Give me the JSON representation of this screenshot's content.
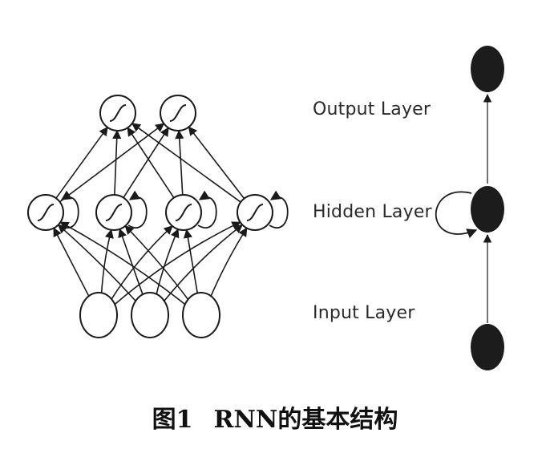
{
  "labels": {
    "output": "Output Layer",
    "hidden": "Hidden Layer",
    "input": "Input Layer"
  },
  "caption": {
    "figure": "图1",
    "title": "RNN的基本结构"
  },
  "colors": {
    "stroke": "#1a1a1a",
    "fill_dark": "#1c1c1c",
    "fill_light": "#ffffff",
    "text": "#2a2a2a"
  },
  "icons": {
    "activation": "sigmoid-curve-icon"
  }
}
